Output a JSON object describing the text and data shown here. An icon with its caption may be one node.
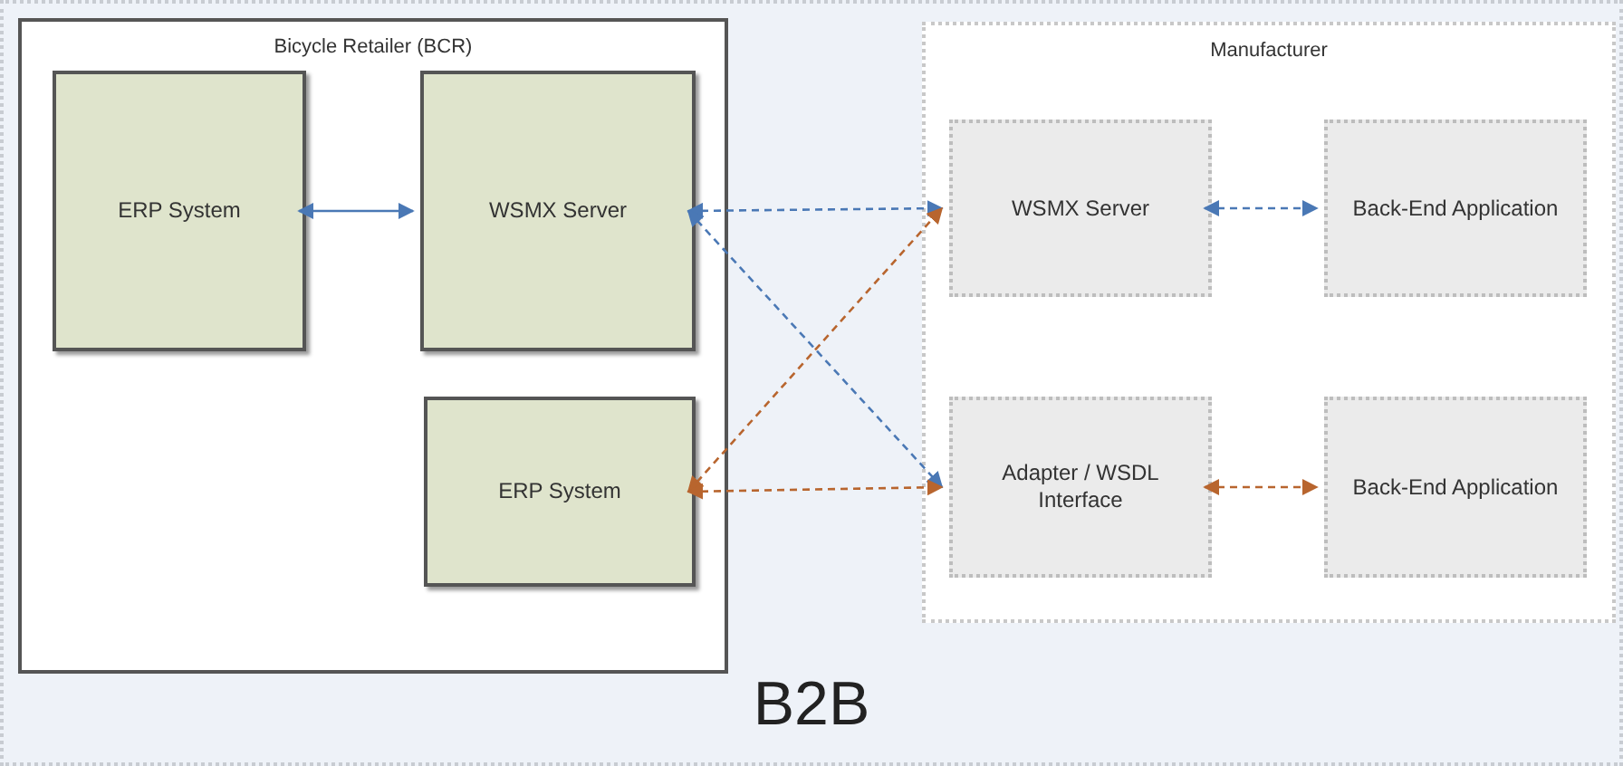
{
  "diagram": {
    "nodes": [
      {
        "text": [
          "B2B"
        ]
      },
      {
        "text": [
          "Bicycle Retailer (BCR)"
        ],
        "in": 0
      },
      {
        "text": [
          "ERP System"
        ],
        "in": 1
      },
      {
        "text": [
          "WSMX Server"
        ],
        "in": 1
      },
      {
        "text": [
          "ERP System"
        ],
        "in": 1
      },
      {
        "text": [
          "Manufacturer"
        ],
        "in": 0
      },
      {
        "text": [
          "WSMX Server"
        ],
        "in": 5
      },
      {
        "text": [
          "Back-End Application"
        ],
        "in": 5
      },
      {
        "text": [
          "Adapter / WSDL Interface"
        ],
        "in": 5
      },
      {
        "text": [
          "Back-End Application"
        ],
        "in": 5
      }
    ],
    "edges": [
      {
        "from": 2,
        "to": 3,
        "arrow": "both"
      },
      {
        "from": 3,
        "to": 6,
        "arrow": "both",
        "style": "dashed"
      },
      {
        "from": 3,
        "to": 8,
        "arrow": "both",
        "style": "dashed"
      },
      {
        "from": 4,
        "to": 6,
        "arrow": "both",
        "style": "dashed",
        "color": "#b8652e"
      },
      {
        "from": 4,
        "to": 8,
        "arrow": "both",
        "style": "dashed",
        "color": "#b8652e"
      },
      {
        "from": 6,
        "to": 7,
        "arrow": "both",
        "style": "dashed"
      },
      {
        "from": 8,
        "to": 9,
        "arrow": "both",
        "style": "dashed",
        "color": "#b8652e"
      }
    ]
  }
}
